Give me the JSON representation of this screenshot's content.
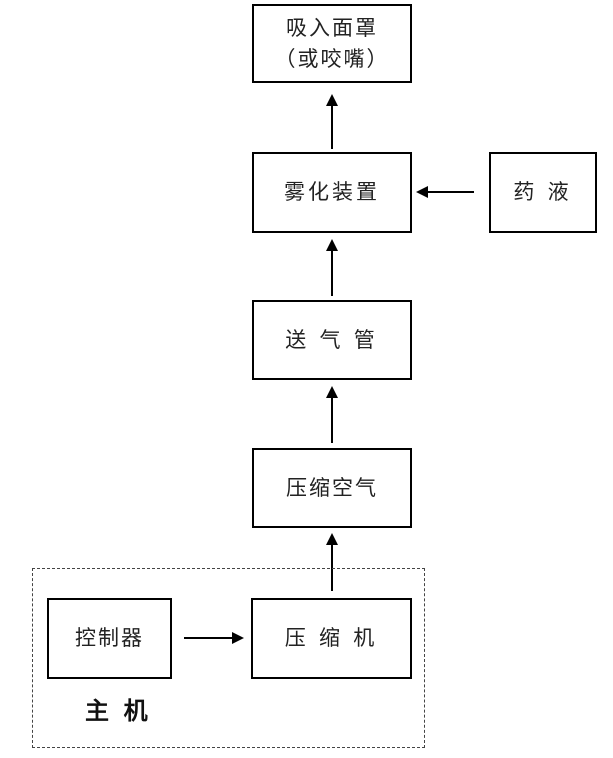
{
  "diagram": {
    "nodes": {
      "mask": {
        "line1": "吸入面罩",
        "line2": "（或咬嘴）"
      },
      "atomizer": {
        "label": "雾化装置"
      },
      "medicine": {
        "label": "药 液"
      },
      "tube": {
        "label": "送 气 管"
      },
      "air": {
        "label": "压缩空气"
      },
      "controller": {
        "label": "控制器"
      },
      "compressor": {
        "label": "压 缩 机"
      },
      "main_unit": {
        "label": "主 机"
      }
    },
    "edges": [
      {
        "from": "compressor",
        "to": "air",
        "direction": "up"
      },
      {
        "from": "air",
        "to": "tube",
        "direction": "up"
      },
      {
        "from": "tube",
        "to": "atomizer",
        "direction": "up"
      },
      {
        "from": "atomizer",
        "to": "mask",
        "direction": "up"
      },
      {
        "from": "medicine",
        "to": "atomizer",
        "direction": "left"
      },
      {
        "from": "controller",
        "to": "compressor",
        "direction": "right"
      }
    ],
    "colors": {
      "line": "#000000",
      "text": "#222222",
      "background": "#ffffff"
    }
  }
}
